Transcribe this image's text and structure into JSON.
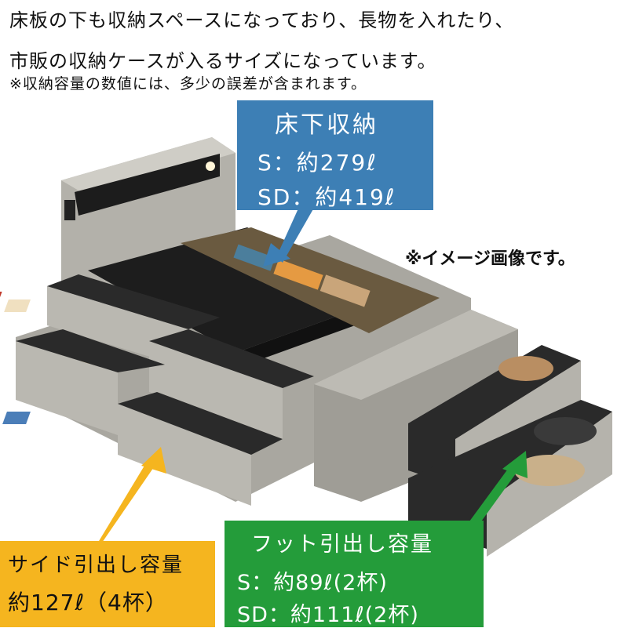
{
  "captions": {
    "line1": "床板の下も収納スペースになっており、長物を入れたり、",
    "line2": "市販の収納ケースが入るサイズになっています。",
    "note": "※収納容量の数値には、多少の誤差が含まれます。"
  },
  "image_note": "※イメージ画像です。",
  "under_storage": {
    "title": "床下収納",
    "s": "S：約279ℓ",
    "sd": "SD：約419ℓ",
    "color": "#3d7fb5"
  },
  "side_drawer": {
    "title": "サイド引出し容量",
    "value": "約127ℓ（4杯）",
    "color": "#f5b51f"
  },
  "foot_drawer": {
    "title": "フット引出し容量",
    "s": "S：約89ℓ(2杯)",
    "sd": "SD：約111ℓ(2杯)",
    "color": "#249c3a"
  }
}
